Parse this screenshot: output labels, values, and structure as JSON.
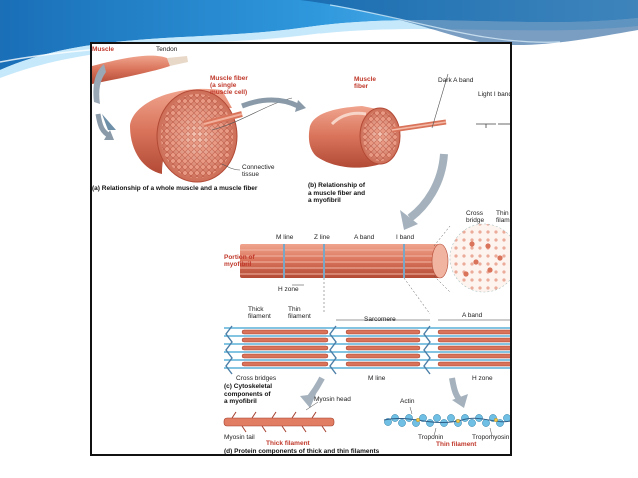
{
  "colors": {
    "banner_dark": "#0b5fa5",
    "banner_mid": "#2b8fd6",
    "banner_light": "#9fd3f5",
    "muscle": "#d9735a",
    "muscle_dark": "#b9503c",
    "thin_filament": "#5ab0d8",
    "label_red": "#c0392b"
  },
  "figure": {
    "labels": {
      "muscle": "Muscle",
      "tendon": "Tendon",
      "muscle_fiber_a_1": "Muscle fiber",
      "muscle_fiber_a_2": "(a single",
      "muscle_fiber_a_3": "muscle cell)",
      "connective_1": "Connective",
      "connective_2": "tissue",
      "muscle_fiber_b_1": "Muscle",
      "muscle_fiber_b_2": "fiber",
      "dark_a_band": "Dark A band",
      "light_i_band": "Light I band",
      "cross_bridge_1": "Cross",
      "cross_bridge_2": "bridge",
      "thin_filament_top_1": "Thin",
      "thin_filament_top_2": "filament",
      "m_line": "M line",
      "z_line": "Z line",
      "a_band": "A band",
      "i_band": "I band",
      "portion_1": "Portion of",
      "portion_2": "myofibril",
      "h_zone": "H zone",
      "thick_filament_1": "Thick",
      "thick_filament_2": "filament",
      "thin_filament_mid_1": "Thin",
      "thin_filament_mid_2": "filament",
      "sarcomere": "Sarcomere",
      "a_band_2": "A band",
      "cross_bridges": "Cross bridges",
      "m_line_2": "M line",
      "h_zone_2": "H zone",
      "myosin_head": "Myosin head",
      "actin": "Actin",
      "myosin_tail": "Myosin tail",
      "thick_filament_red": "Thick filament",
      "troponin": "Troponin",
      "tropomyosin": "Tropomyosin",
      "thin_filament_red": "Thin filament"
    },
    "captions": {
      "a_letter": "(a)",
      "a_text": "Relationship of a whole muscle and a muscle fiber",
      "b_letter": "(b)",
      "b_text_1": "Relationship of",
      "b_text_2": "a muscle fiber and",
      "b_text_3": "a myofibril",
      "c_letter": "(c)",
      "c_text_1": "Cytoskeletal",
      "c_text_2": "components of",
      "c_text_3": "a myofibril",
      "d_letter": "(d)",
      "d_text": "Protein components of thick and thin filaments"
    }
  }
}
